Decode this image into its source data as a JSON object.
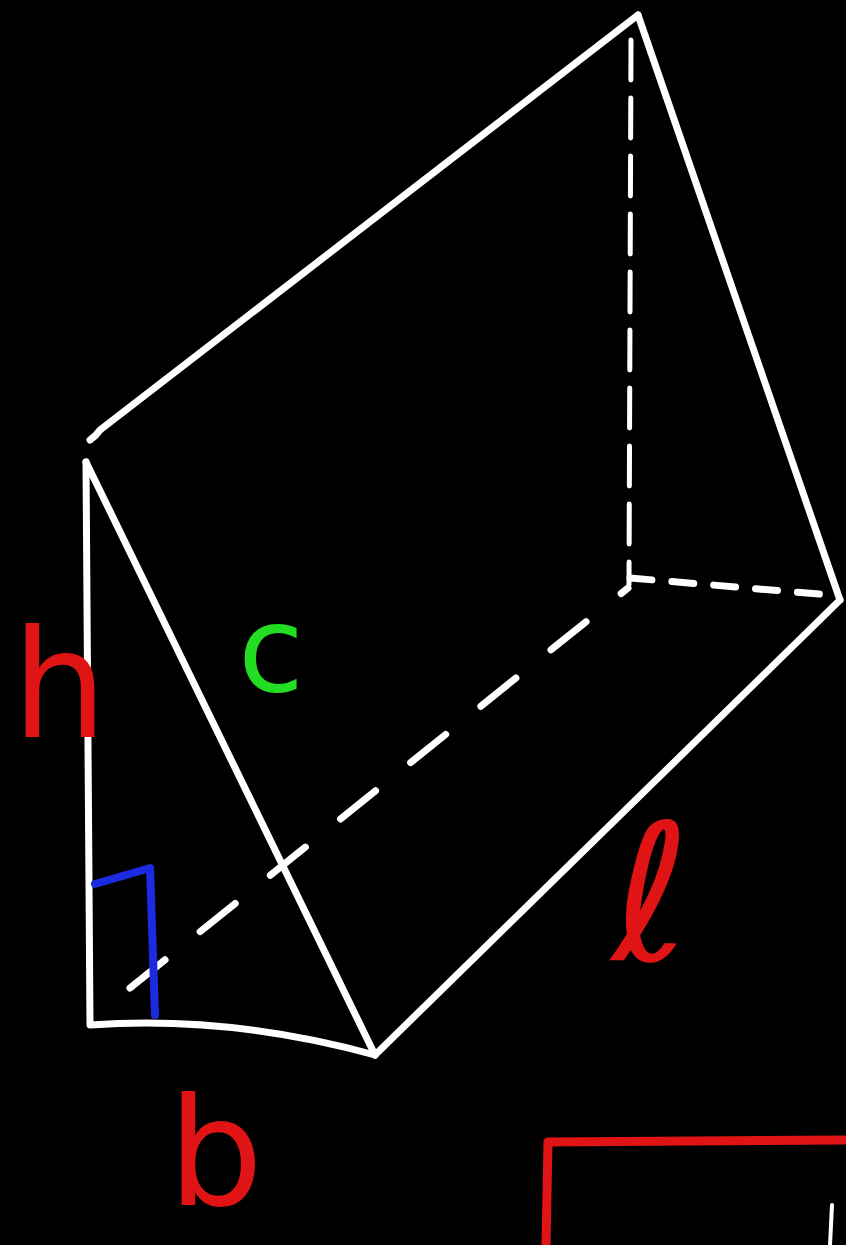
{
  "diagram": {
    "labels": [
      "h",
      "c",
      "ℓ",
      "b"
    ]
  }
}
